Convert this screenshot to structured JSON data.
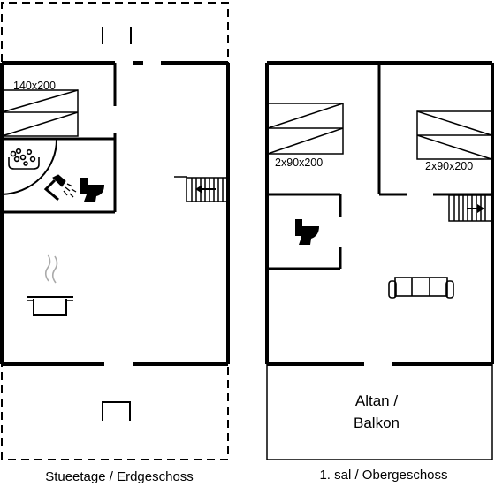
{
  "labels": {
    "ground_floor": "Stueetage / Erdgeschoss",
    "first_floor": "1. sal / Obergeschoss",
    "balcony_line1": "Altan /",
    "balcony_line2": "Balkon"
  },
  "beds": {
    "ground_double": "140x200",
    "first_left": "2x90x200",
    "first_right": "2x90x200"
  },
  "icons": [
    "bed-icon",
    "bathtub-icon",
    "shower-icon",
    "toilet-icon",
    "cooking-pot-icon",
    "staircase-icon",
    "sofa-icon",
    "fireplace-icon"
  ],
  "colors": {
    "line": "#000000",
    "background": "#ffffff"
  }
}
